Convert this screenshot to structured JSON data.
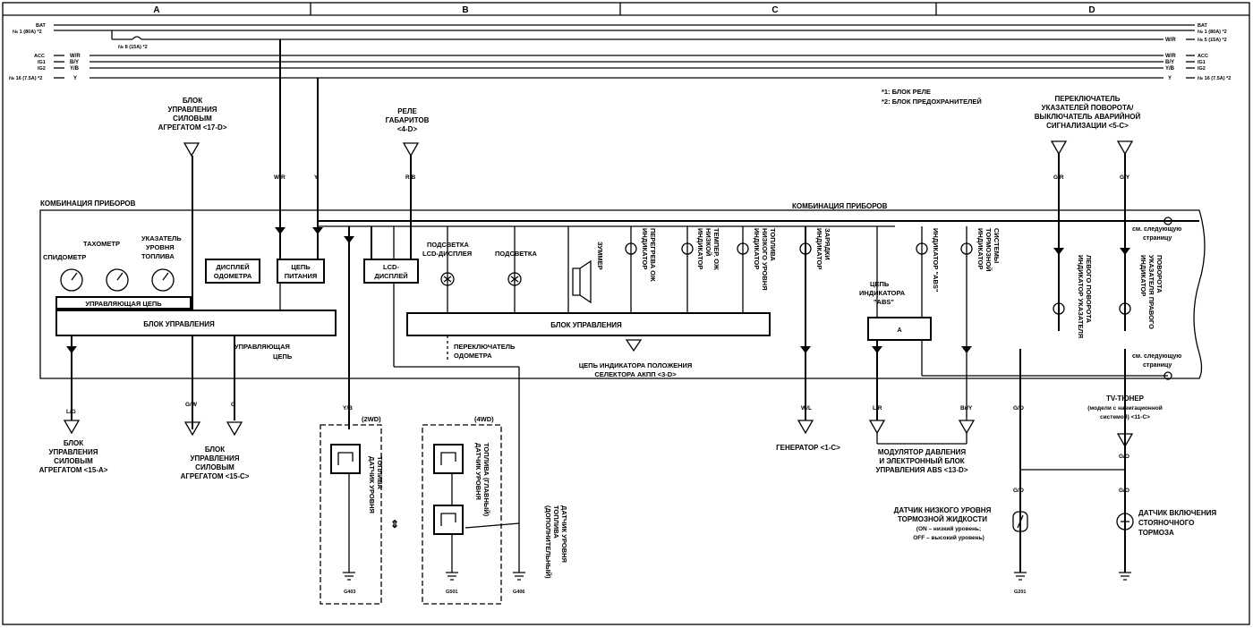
{
  "columns": [
    "A",
    "B",
    "C",
    "D"
  ],
  "rails_left": [
    "BAT",
    "№ 1 (80А) *2",
    "№ 8 (15А) *2",
    "ACC",
    "IG1",
    "IG2",
    "№ 16 (7.5А) *2"
  ],
  "rails_right": [
    "BAT",
    "№ 1 (80А) *2",
    "№ 5 (15А) *2",
    "ACC",
    "IG1",
    "IG2",
    "№ 16 (7.5А) *2"
  ],
  "rail_wires_left": [
    "W/R",
    "B/Y",
    "Y/B",
    "Y"
  ],
  "rail_wires_right": [
    "W/R",
    "W/R",
    "B/Y",
    "Y/B",
    "Y"
  ],
  "notes": [
    "*1: БЛОК РЕЛЕ",
    "*2: БЛОК ПРЕДОХРАНИТЕЛЕЙ"
  ],
  "top_labels": {
    "pcm_top": [
      "БЛОК",
      "УПРАВЛЕНИЯ",
      "СИЛОВЫМ",
      "АГРЕГАТОМ <17-D>"
    ],
    "relay": [
      "РЕЛЕ",
      "ГАБАРИТОВ",
      "<4-D>"
    ],
    "hazard": [
      "ПЕРЕКЛЮЧАТЕЛЬ",
      "УКАЗАТЕЛЕЙ ПОВОРОТА/",
      "ВЫКЛЮЧАТЕЛЬ АВАРИЙНОЙ",
      "СИГНАЛИЗАЦИИ <5-C>"
    ]
  },
  "cluster_title": "КОМБИНАЦИЯ ПРИБОРОВ",
  "cluster_gauges": {
    "speedo": "СПИДОМЕТР",
    "tacho": "ТАХОМЕТР",
    "fuel": [
      "УКАЗАТЕЛЬ",
      "УРОВНЯ",
      "ТОПЛИВА"
    ]
  },
  "cluster_blocks": {
    "odo": [
      "ДИСПЛЕЙ",
      "ОДОМЕТРА"
    ],
    "power": [
      "ЦЕПЬ",
      "ПИТАНИЯ"
    ],
    "lcd": [
      "LCD-",
      "ДИСПЛЕЙ"
    ],
    "ctrl_circuit": "УПРАВЛЯЮЩАЯ ЦЕПЬ",
    "ctrl_unit_1": "БЛОК УПРАВЛЕНИЯ",
    "ctrl_unit_2": "БЛОК УПРАВЛЕНИЯ",
    "ctrl_circuit_2": [
      "УПРАВЛЯЮЩАЯ",
      "ЦЕПЬ"
    ],
    "abs_circuit": [
      "ЦЕПЬ",
      "ИНДИКАТОРА",
      "\"ABS\""
    ]
  },
  "backlights": {
    "lcd": [
      "ПОДСВЕТКА",
      "LCD-ДИСПЛЕЯ"
    ],
    "plain": "ПОДСВЕТКА"
  },
  "vertical_labels": {
    "buzzer": "ЗУММЕР",
    "overheat": [
      "ИНДИКАТОР",
      "ПЕРЕГРЕВА ОЖ"
    ],
    "lowtemp": [
      "ИНДИКАТОР",
      "НИЗКОЙ",
      "ТЕМПЕР. ОЖ"
    ],
    "lowfuel": [
      "ИНДИКАТОР",
      "НИЗКОГО УРОВНЯ",
      "ТОПЛИВА"
    ],
    "charge": [
      "ИНДИКАТОР",
      "ЗАРЯДКИ"
    ],
    "abs": [
      "ИНДИКАТОР \"ABS\""
    ],
    "brake": [
      "ИНДИКАТОР",
      "ТОРМОЗНОЙ",
      "СИСТЕМЫ"
    ],
    "left_turn": [
      "ИНДИКАТОР УКАЗАТЕЛЯ",
      "ЛЕВОГО ПОВОРОТА"
    ],
    "right_turn": [
      "ИНДИКАТОР",
      "УКАЗАТЕЛЯ ПРАВОГО",
      "ПОВОРОТА"
    ],
    "fuel_sensor_2wd": [
      "ДАТЧИК УРОВНЯ",
      "ТОПЛИВА"
    ],
    "fuel_sensor_main": [
      "ДАТЧИК УРОВНЯ",
      "ТОПЛИВА (ГЛАВНЫЙ)"
    ],
    "fuel_sensor_aux": [
      "ДАТЧИК УРОВНЯ",
      "ТОПЛИВА",
      "(ДОПОЛНИТЕЛЬНЫЙ)"
    ]
  },
  "see_next": [
    "см. следующую",
    "страницу"
  ],
  "odo_switch": [
    "ПЕРЕКЛЮЧАТЕЛЬ",
    "ОДОМЕТРА"
  ],
  "at_selector": [
    "ЦЕПЬ ИНДИКАТОРА ПОЛОЖЕНИЯ",
    "СЕЛЕКТОРА АКПП <3-D>"
  ],
  "bottom_labels": {
    "pcm_a": [
      "БЛОК",
      "УПРАВЛЕНИЯ",
      "СИЛОВЫМ",
      "АГРЕГАТОМ <15-A>"
    ],
    "pcm_c": [
      "БЛОК",
      "УПРАВЛЕНИЯ",
      "СИЛОВЫМ",
      "АГРЕГАТОМ <15-C>"
    ],
    "generator": "ГЕНЕРАТОР <1-C>",
    "abs_mod": [
      "МОДУЛЯТОР ДАВЛЕНИЯ",
      "И ЭЛЕКТРОННЫЙ БЛОК",
      "УПРАВЛЕНИЯ ABS <13-D>"
    ],
    "tv": [
      "TV-ТЮНЕР",
      "(модели с навигационной",
      "системой) <11-C>"
    ],
    "brake_fluid": [
      "ДАТЧИК НИЗКОГО УРОВНЯ",
      "ТОРМОЗНОЙ ЖИДКОСТИ",
      "(ON – низкий уровень;",
      "OFF – высокий уровень)"
    ],
    "parking": [
      "ДАТЧИК ВКЛЮЧЕНИЯ",
      "СТОЯНОЧНОГО",
      "ТОРМОЗА"
    ]
  },
  "drive_labels": [
    "(2WD)",
    "(4WD)"
  ],
  "wire_colors": {
    "lg": "L/G",
    "gw": "G/W",
    "g": "G",
    "yb": "Y/B",
    "wr": "W/R",
    "y": "Y",
    "rb": "R/B",
    "gr": "G/R",
    "gy": "G/Y",
    "wl": "W/L",
    "lr": "L/R",
    "bry": "Br/Y",
    "go": "G/O"
  },
  "ground_labels": [
    "G403",
    "G501",
    "G406",
    "G201"
  ]
}
